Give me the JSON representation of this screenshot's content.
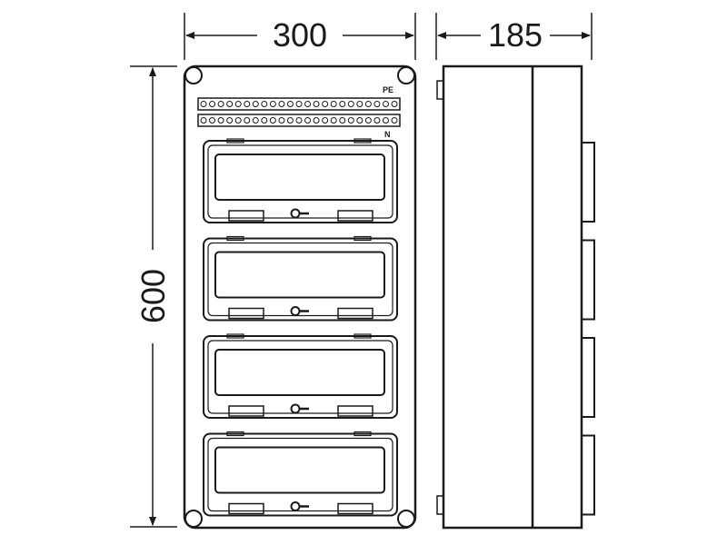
{
  "dimensions": {
    "width": "300",
    "depth": "185",
    "height": "600"
  },
  "busbars": {
    "pe_label": "PE",
    "n_label": "N"
  },
  "front_view": {
    "module_rows": 4
  },
  "colors": {
    "line": "#1a1a1a",
    "background": "#ffffff"
  }
}
